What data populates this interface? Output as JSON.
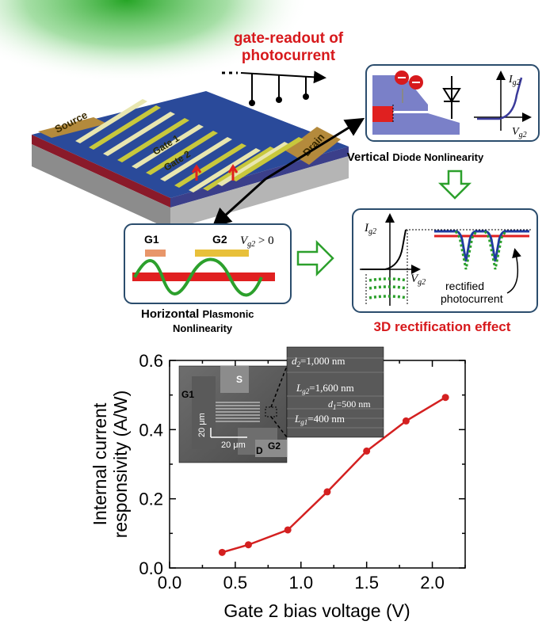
{
  "top": {
    "headline_line1": "gate-readout of",
    "headline_line2": "photocurrent",
    "device_labels": {
      "source": "Source",
      "gate1": "Gate 1",
      "gate2": "Gate 2",
      "drain": "Drain"
    },
    "vertical_bold": "Vertical",
    "vertical_rest": "Diode Nonlinearity",
    "horizontal_bold": "Horizontal",
    "horizontal_rest1": "Plasmonic",
    "horizontal_rest2": "Nonlinearity",
    "g1": "G1",
    "g2": "G2",
    "vg2_cond": "V",
    "vg2_cond_sub": "g2",
    "vg2_cond_tail": " > 0",
    "iv_i": "I",
    "iv_i_sub": "g2",
    "iv_v": "V",
    "iv_v_sub": "g2",
    "rectified_line1": "rectified",
    "rectified_line2": "photocurrent",
    "effect": "3D rectification effect"
  },
  "inset": {
    "s": "S",
    "d": "D",
    "g1": "G1",
    "g2": "G2",
    "scale_v": "20 μm",
    "scale_h": "20 μm",
    "zoom": [
      {
        "sym": "d",
        "sub": "2",
        "val": "=1,000 nm"
      },
      {
        "sym": "L",
        "sub": "g2",
        "val": "=1,600 nm"
      },
      {
        "sym": "d",
        "sub": "1",
        "val": "=500 nm"
      },
      {
        "sym": "L",
        "sub": "g1",
        "val": "=400 nm"
      }
    ]
  },
  "colors": {
    "red": "#d7191c",
    "green": "#2ca02c",
    "blue": "#1f3aa0",
    "line": "#d42020"
  },
  "chart_data": {
    "type": "line",
    "xlabel": "Gate 2 bias voltage (V)",
    "ylabel_line1": "Internal current",
    "ylabel_line2": "responsivity  (A/W)",
    "xlim": [
      0.0,
      2.25
    ],
    "ylim": [
      0.0,
      0.6
    ],
    "xticks": [
      "0.0",
      "0.5",
      "1.0",
      "1.5",
      "2.0"
    ],
    "yticks": [
      "0.0",
      "0.2",
      "0.4",
      "0.6"
    ],
    "grid": false,
    "series": [
      {
        "x": [
          0.4,
          0.6,
          0.9,
          1.2,
          1.5,
          1.8,
          2.1
        ],
        "y": [
          0.045,
          0.067,
          0.11,
          0.22,
          0.338,
          0.425,
          0.493
        ],
        "color": "#d42020"
      }
    ]
  }
}
